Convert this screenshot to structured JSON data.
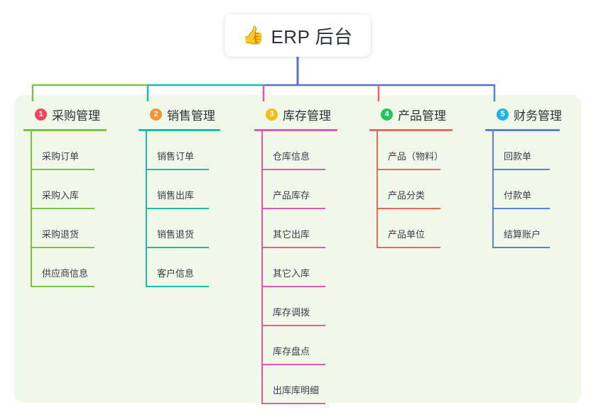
{
  "page": {
    "background": "#ffffff",
    "panel_color": "#eff8e9"
  },
  "root": {
    "emoji": "👍",
    "emoji_name": "thumbs-up-icon",
    "title": "ERP 后台",
    "connector_color": "#5b6fd0"
  },
  "branches": [
    {
      "number": "1",
      "title": "采购管理",
      "badge_color": "#f0475f",
      "line_color": "#7ec242",
      "children": [
        "采购订单",
        "采购入库",
        "采购退货",
        "供应商信息"
      ]
    },
    {
      "number": "2",
      "title": "销售管理",
      "badge_color": "#f59335",
      "line_color": "#18bfa6",
      "children": [
        "销售订单",
        "销售出库",
        "销售退货",
        "客户信息"
      ]
    },
    {
      "number": "3",
      "title": "库存管理",
      "badge_color": "#f5bb1d",
      "line_color": "#e558a6",
      "children": [
        "仓库信息",
        "产品库存",
        "其它出库",
        "其它入库",
        "库存调拨",
        "库存盘点",
        "出库库明细"
      ]
    },
    {
      "number": "4",
      "title": "产品管理",
      "badge_color": "#22c55e",
      "line_color": "#f4645f",
      "children": [
        "产品（物料）",
        "产品分类",
        "产品单位"
      ]
    },
    {
      "number": "5",
      "title": "财务管理",
      "badge_color": "#21b1e6",
      "line_color": "#5b80d8",
      "children": [
        "回款单",
        "付款单",
        "结算账户"
      ]
    }
  ],
  "connectors": {
    "bus_left_color": "#7ec242",
    "bus_mid_color": "#18bfa6",
    "bus_right_color": "#5b6fd0"
  }
}
